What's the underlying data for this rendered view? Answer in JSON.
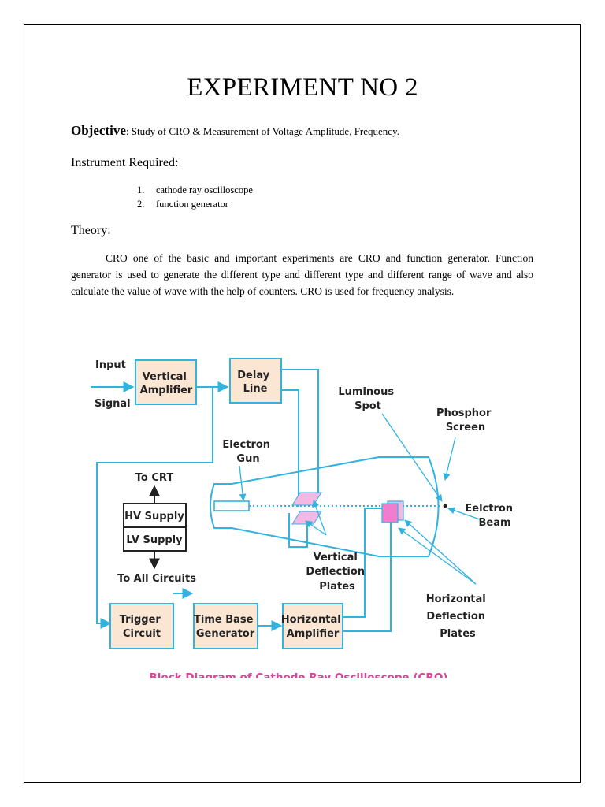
{
  "title": "EXPERIMENT NO 2",
  "objective": {
    "label": "Objective",
    "text": ": Study of CRO & Measurement of Voltage Amplitude, Frequency."
  },
  "instrument": {
    "heading": "Instrument Required:",
    "items": [
      {
        "num": "1.",
        "text": "cathode ray oscilloscope"
      },
      {
        "num": "2.",
        "text": "function generator"
      }
    ]
  },
  "theory": {
    "heading": "Theory:",
    "text": "CRO one of the basic and important experiments are CRO and function generator. Function generator is used to generate the different type and different type and different range of wave and also calculate the value of wave with the help of counters. CRO is used for frequency analysis."
  },
  "diagram": {
    "caption": "Block Diagram of Cathode Ray Oscilloscope (CRO)",
    "colors": {
      "line": "#31b3e0",
      "box_fill": "#fbe6d4",
      "plate_fill": "#f4b8e2",
      "spot_fill": "#ee7fcf",
      "caption": "#e0409a"
    },
    "labels": {
      "input": "Input",
      "signal": "Signal",
      "vertical": "Vertical",
      "amplifier": "Amplifier",
      "delay": "Delay",
      "line": "Line",
      "luminous": "Luminous",
      "spot": "Spot",
      "phosphor": "Phosphor",
      "screen": "Screen",
      "electron": "Electron",
      "gun": "Gun",
      "to_crt": "To CRT",
      "hv_supply": "HV Supply",
      "lv_supply": "LV Supply",
      "to_all_circuits": "To All Circuits",
      "eelctron": "Eelctron",
      "beam": "Beam",
      "deflection": "Deflection",
      "plates": "Plates",
      "horizontal": "Horizontal",
      "trigger": "Trigger",
      "circuit": "Circuit",
      "time_base": "Time Base",
      "generator": "Generator"
    }
  }
}
